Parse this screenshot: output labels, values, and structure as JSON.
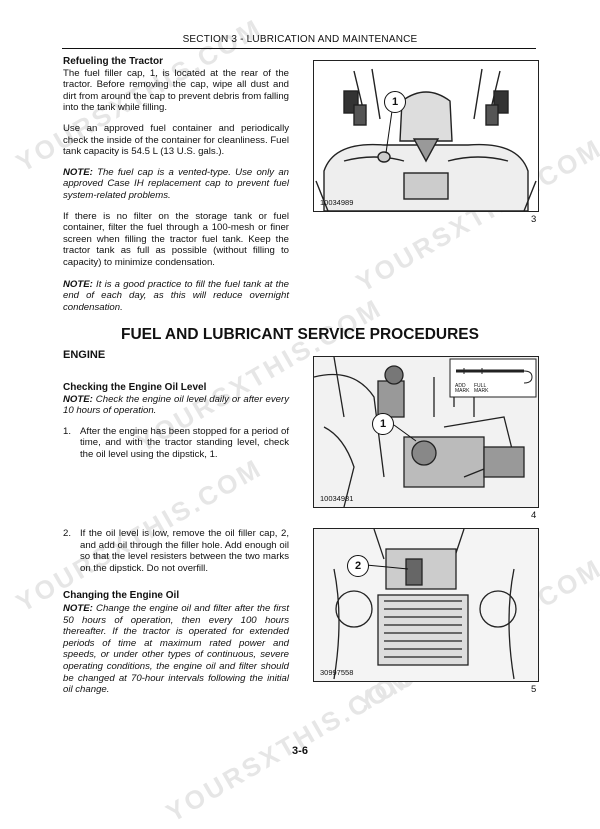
{
  "header": {
    "section": "SECTION 3 - LUBRICATION AND MAINTENANCE"
  },
  "refuel": {
    "title": "Refueling the Tractor",
    "p1": "The fuel filler cap, 1, is located at the rear of the tractor. Before removing the cap, wipe all dust and dirt from around the cap to prevent debris from falling into the tank while filling.",
    "p2": "Use an approved fuel container and periodically check the inside of the container for cleanliness. Fuel tank capacity is 54.5 L (13 U.S. gals.).",
    "note1_label": "NOTE:",
    "note1": " The fuel cap is a vented-type. Use only an approved Case IH replacement cap to prevent fuel system-related problems.",
    "p3": "If there is no filter on the storage tank or fuel container, filter the fuel through a 100-mesh or finer screen when filling the tractor fuel tank. Keep the tractor tank as full as possible (without filling to capacity) to minimize condensation.",
    "note2_label": "NOTE:",
    "note2": " It is a good practice to fill the fuel tank at the end of each day, as this will reduce overnight condensation."
  },
  "section_title": "FUEL AND LUBRICANT SERVICE PROCEDURES",
  "engine_heading": "ENGINE",
  "check_oil": {
    "title": "Checking the Engine Oil Level",
    "note_label": "NOTE:",
    "note": " Check the engine oil level daily or after every 10 hours of operation.",
    "item1_num": "1.",
    "item1": "After the engine has been stopped for a period of time, and with the tractor standing level, check the oil level using the dipstick, 1.",
    "item2_num": "2.",
    "item2": "If the oil level is low, remove the oil filler cap, 2, and add oil through the filler hole. Add enough oil so that the level resisters between the two marks on the dipstick. Do not overfill."
  },
  "change_oil": {
    "title": "Changing the Engine Oil",
    "note_label": "NOTE:",
    "note": " Change the engine oil and filter after the first 50 hours of operation, then every 100 hours thereafter. If the tractor is operated for extended periods of time at maximum rated power and speeds, or under other types of continuous, severe operating conditions, the engine oil and filter should be changed at 70-hour intervals following the initial oil change."
  },
  "figures": [
    {
      "number": "3",
      "id": "10034989",
      "callout": "1"
    },
    {
      "number": "4",
      "id": "10034981",
      "callout": "1",
      "add_mark": "ADD MARK",
      "full_mark": "FULL MARK"
    },
    {
      "number": "5",
      "id": "30997558",
      "callout": "2"
    }
  ],
  "watermark": "YOURSXTHIS.COM",
  "page_number": "3-6"
}
